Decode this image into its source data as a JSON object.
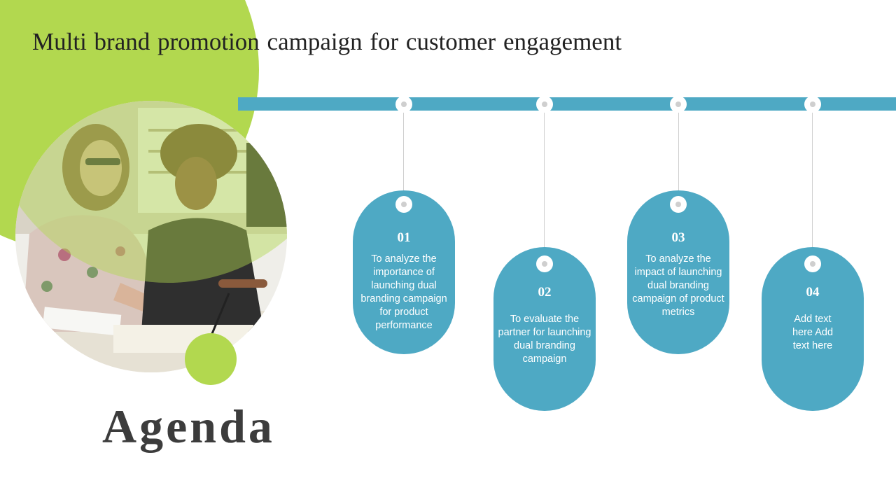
{
  "slide": {
    "title": "Multi brand promotion campaign for customer engagement",
    "heading": "Agenda"
  },
  "colors": {
    "accent_green": "#b2d84f",
    "accent_blue": "#4ea9c4",
    "text_dark": "#3c3c3c"
  },
  "agenda_items": [
    {
      "number": "01",
      "text": "To analyze the importance of launching dual branding campaign for product performance"
    },
    {
      "number": "02",
      "text": "To evaluate the partner for launching dual branding campaign"
    },
    {
      "number": "03",
      "text": "To analyze the impact of launching dual branding campaign of product metrics"
    },
    {
      "number": "04",
      "text": "Add text here Add text here"
    }
  ]
}
